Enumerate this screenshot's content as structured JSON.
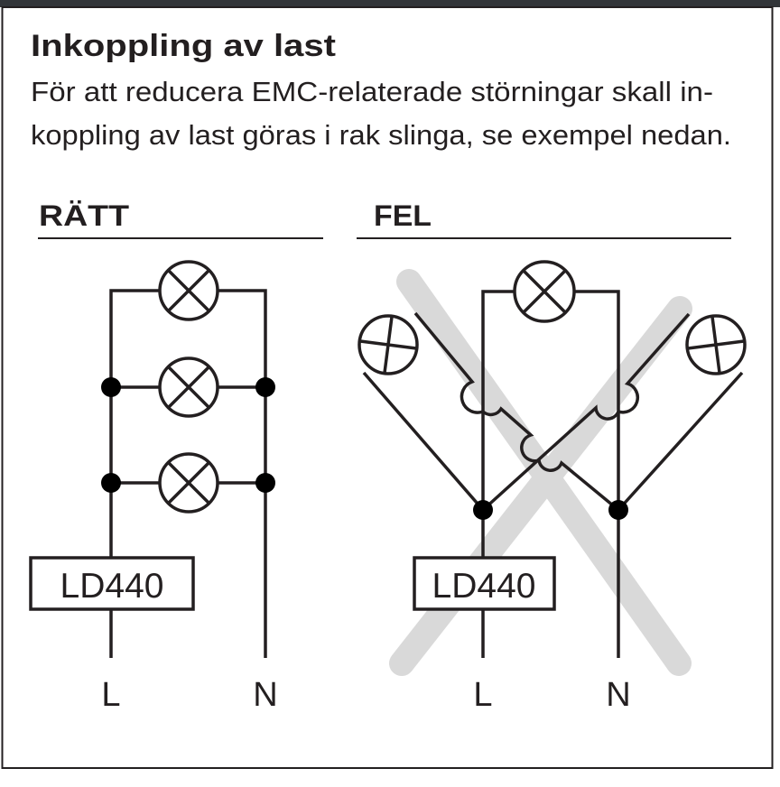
{
  "title": "Inkoppling av last",
  "description_lines": [
    "För att reducera EMC-relaterade störningar skall in-",
    "koppling av last göras i rak slinga, se exempel nedan."
  ],
  "correct": {
    "heading": "RÄTT",
    "device_label": "LD440",
    "terminal_l": "L",
    "terminal_n": "N"
  },
  "wrong": {
    "heading": "FEL",
    "device_label": "LD440",
    "terminal_l": "L",
    "terminal_n": "N"
  },
  "colors": {
    "ink": "#231f20",
    "cross_out": "#d9d9d9",
    "top_bar": "#323539"
  }
}
